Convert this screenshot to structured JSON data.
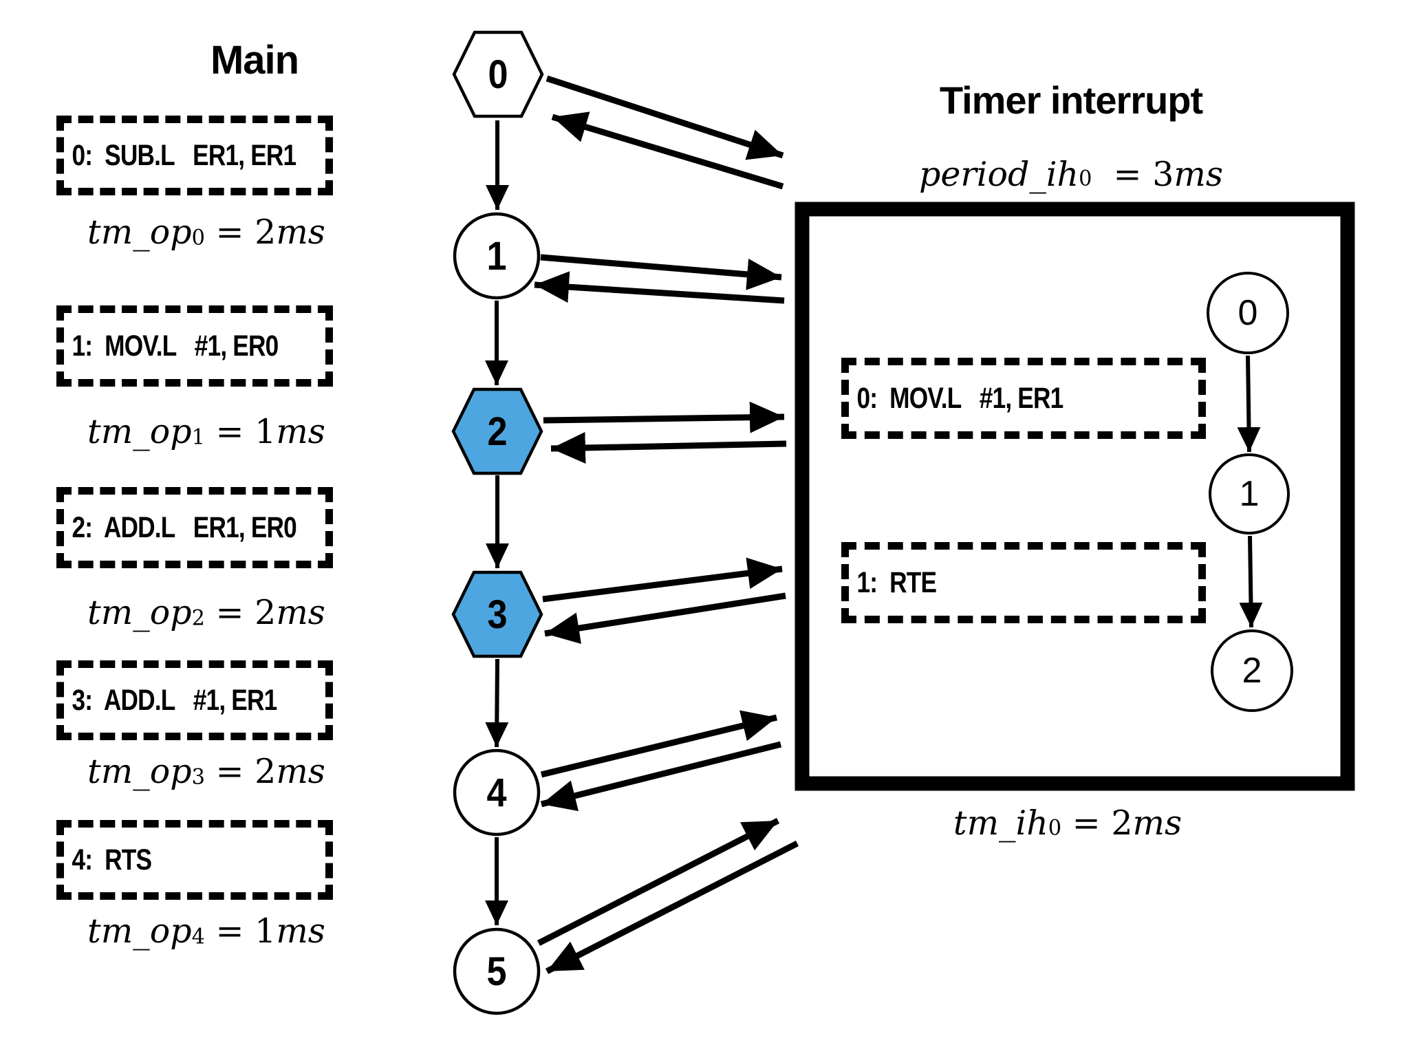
{
  "colors": {
    "accent_blue": "#4DA6E0",
    "ink": "#000000",
    "background": "#FFFFFF"
  },
  "main": {
    "title": "Main",
    "instructions": [
      {
        "text": "0:  SUB.L   ER1, ER1",
        "tm_name": "tm_op",
        "tm_sub": "0",
        "tm_eq": " = ",
        "tm_val": "2",
        "tm_unit": "ms"
      },
      {
        "text": "1:  MOV.L   #1, ER0",
        "tm_name": "tm_op",
        "tm_sub": "1",
        "tm_eq": " = ",
        "tm_val": "1",
        "tm_unit": "ms"
      },
      {
        "text": "2:  ADD.L   ER1, ER0",
        "tm_name": "tm_op",
        "tm_sub": "2",
        "tm_eq": " = ",
        "tm_val": "2",
        "tm_unit": "ms"
      },
      {
        "text": "3:  ADD.L   #1, ER1",
        "tm_name": "tm_op",
        "tm_sub": "3",
        "tm_eq": " = ",
        "tm_val": "2",
        "tm_unit": "ms"
      },
      {
        "text": "4:  RTS",
        "tm_name": "tm_op",
        "tm_sub": "4",
        "tm_eq": " = ",
        "tm_val": "1",
        "tm_unit": "ms"
      }
    ],
    "nodes": [
      {
        "label": "0",
        "shape": "hexagon",
        "highlighted": false
      },
      {
        "label": "1",
        "shape": "circle",
        "highlighted": false
      },
      {
        "label": "2",
        "shape": "hexagon",
        "highlighted": true
      },
      {
        "label": "3",
        "shape": "hexagon",
        "highlighted": true
      },
      {
        "label": "4",
        "shape": "circle",
        "highlighted": false
      },
      {
        "label": "5",
        "shape": "circle",
        "highlighted": false
      }
    ]
  },
  "timer": {
    "title": "Timer interrupt",
    "period": {
      "name": "period_ih",
      "sub": "0",
      "eq": "  = ",
      "val": "3",
      "unit": "ms"
    },
    "instructions": [
      {
        "text": "0:  MOV.L   #1, ER1"
      },
      {
        "text": "1:  RTE"
      }
    ],
    "nodes": [
      {
        "label": "0",
        "shape": "circle"
      },
      {
        "label": "1",
        "shape": "circle"
      },
      {
        "label": "2",
        "shape": "circle"
      }
    ],
    "tm": {
      "name": "tm_ih",
      "sub": "0",
      "eq": " = ",
      "val": "2",
      "unit": "ms"
    }
  }
}
